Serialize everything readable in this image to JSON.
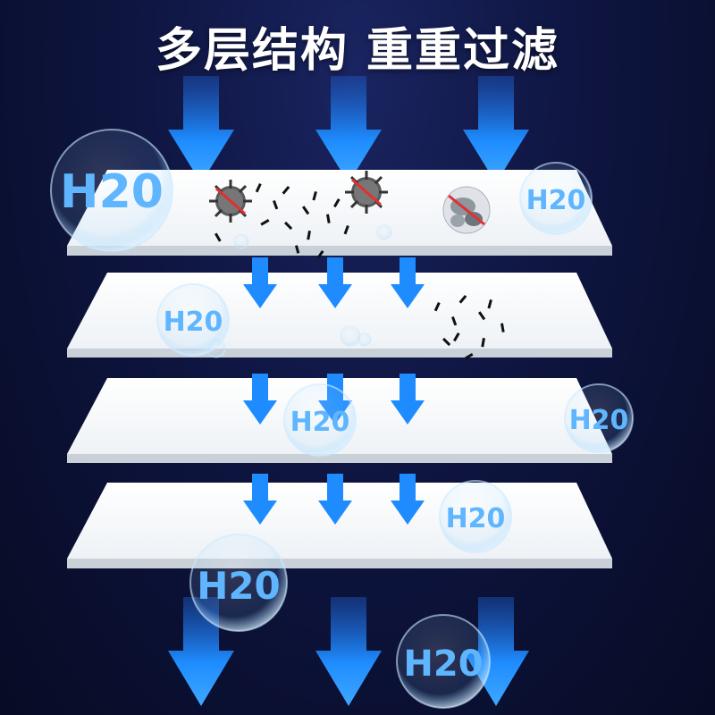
{
  "title": "多层结构 重重过滤",
  "colors": {
    "background": "#0b1030",
    "arrow": "#1e8cff",
    "layer": "#ffffff",
    "bubble_text": "#5fb6ff"
  },
  "icons": [
    "water-droplet-bubble",
    "virus-particle",
    "prohibited-sign",
    "dust-particles"
  ],
  "bubbles": [
    {
      "label": "H20"
    },
    {
      "label": "H20"
    },
    {
      "label": "H20"
    },
    {
      "label": "H20"
    },
    {
      "label": "H20"
    },
    {
      "label": "H20"
    },
    {
      "label": "H20"
    },
    {
      "label": "H20"
    }
  ]
}
